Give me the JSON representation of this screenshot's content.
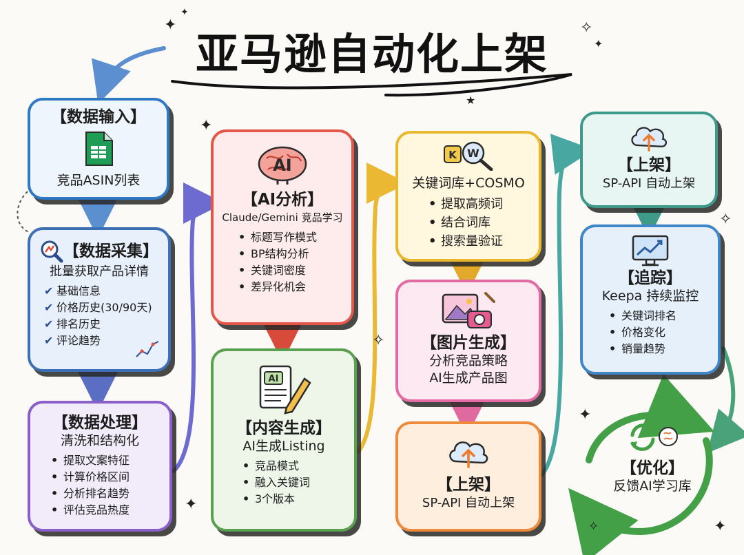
{
  "title": "亚马逊自动化上架",
  "colors": {
    "input": "#2f78c4",
    "collect": "#3d6fb5",
    "process": "#8a5fc8",
    "ai": "#e2574a",
    "content": "#59a14f",
    "keyword": "#e8b92f",
    "image": "#e36aa2",
    "publish1": "#ee8a3a",
    "publish2": "#3f9a8a",
    "track": "#3f86c8",
    "optimize": "#43a047"
  },
  "nodes": {
    "input": {
      "head": "【数据输入】",
      "sub": "竞品ASIN列表",
      "icon": "spreadsheet-icon"
    },
    "collect": {
      "head": "【数据采集】",
      "sub": "批量获取产品详情",
      "icon": "magnifier-chart-icon",
      "items": [
        "基础信息",
        "价格历史(30/90天)",
        "排名历史",
        "评论趋势"
      ]
    },
    "process": {
      "head": "【数据处理】",
      "sub": "清洗和结构化",
      "items": [
        "提取文案特征",
        "计算价格区间",
        "分析排名趋势",
        "评估竞品热度"
      ]
    },
    "ai": {
      "head": "【AI分析】",
      "sub": "Claude/Gemini 竞品学习",
      "icon": "ai-brain-icon",
      "icon_text": "AI",
      "items": [
        "标题写作模式",
        "BP结构分析",
        "关键词密度",
        "差异化机会"
      ]
    },
    "content": {
      "head": "【内容生成】",
      "sub": "AI生成Listing",
      "icon": "ai-document-pencil-icon",
      "icon_text": "AI",
      "items": [
        "竞品模式",
        "融入关键词",
        "3个版本"
      ]
    },
    "keyword": {
      "head": "关键词库+COSMO",
      "icon": "keyword-search-icon",
      "icon_text": "KW",
      "items": [
        "提取高频词",
        "结合词库",
        "搜索量验证"
      ]
    },
    "image": {
      "head": "【图片生成】",
      "sub": "分析竞品策略",
      "sub2": "AI生成产品图",
      "icon": "image-camera-icon"
    },
    "publish1": {
      "head": "【上架】",
      "sub": "SP-API 自动上架",
      "icon": "cloud-upload-icon"
    },
    "publish2": {
      "head": "【上架】",
      "sub": "SP-API 自动上架",
      "icon": "cloud-upload-icon"
    },
    "track": {
      "head": "【追踪】",
      "sub": "Keepa 持续监控",
      "icon": "monitor-chart-icon",
      "items": [
        "关键词排名",
        "价格变化",
        "销量趋势"
      ]
    },
    "optimize": {
      "head": "【优化】",
      "sub": "反馈AI学习库",
      "icon": "refresh-brain-icon"
    }
  }
}
